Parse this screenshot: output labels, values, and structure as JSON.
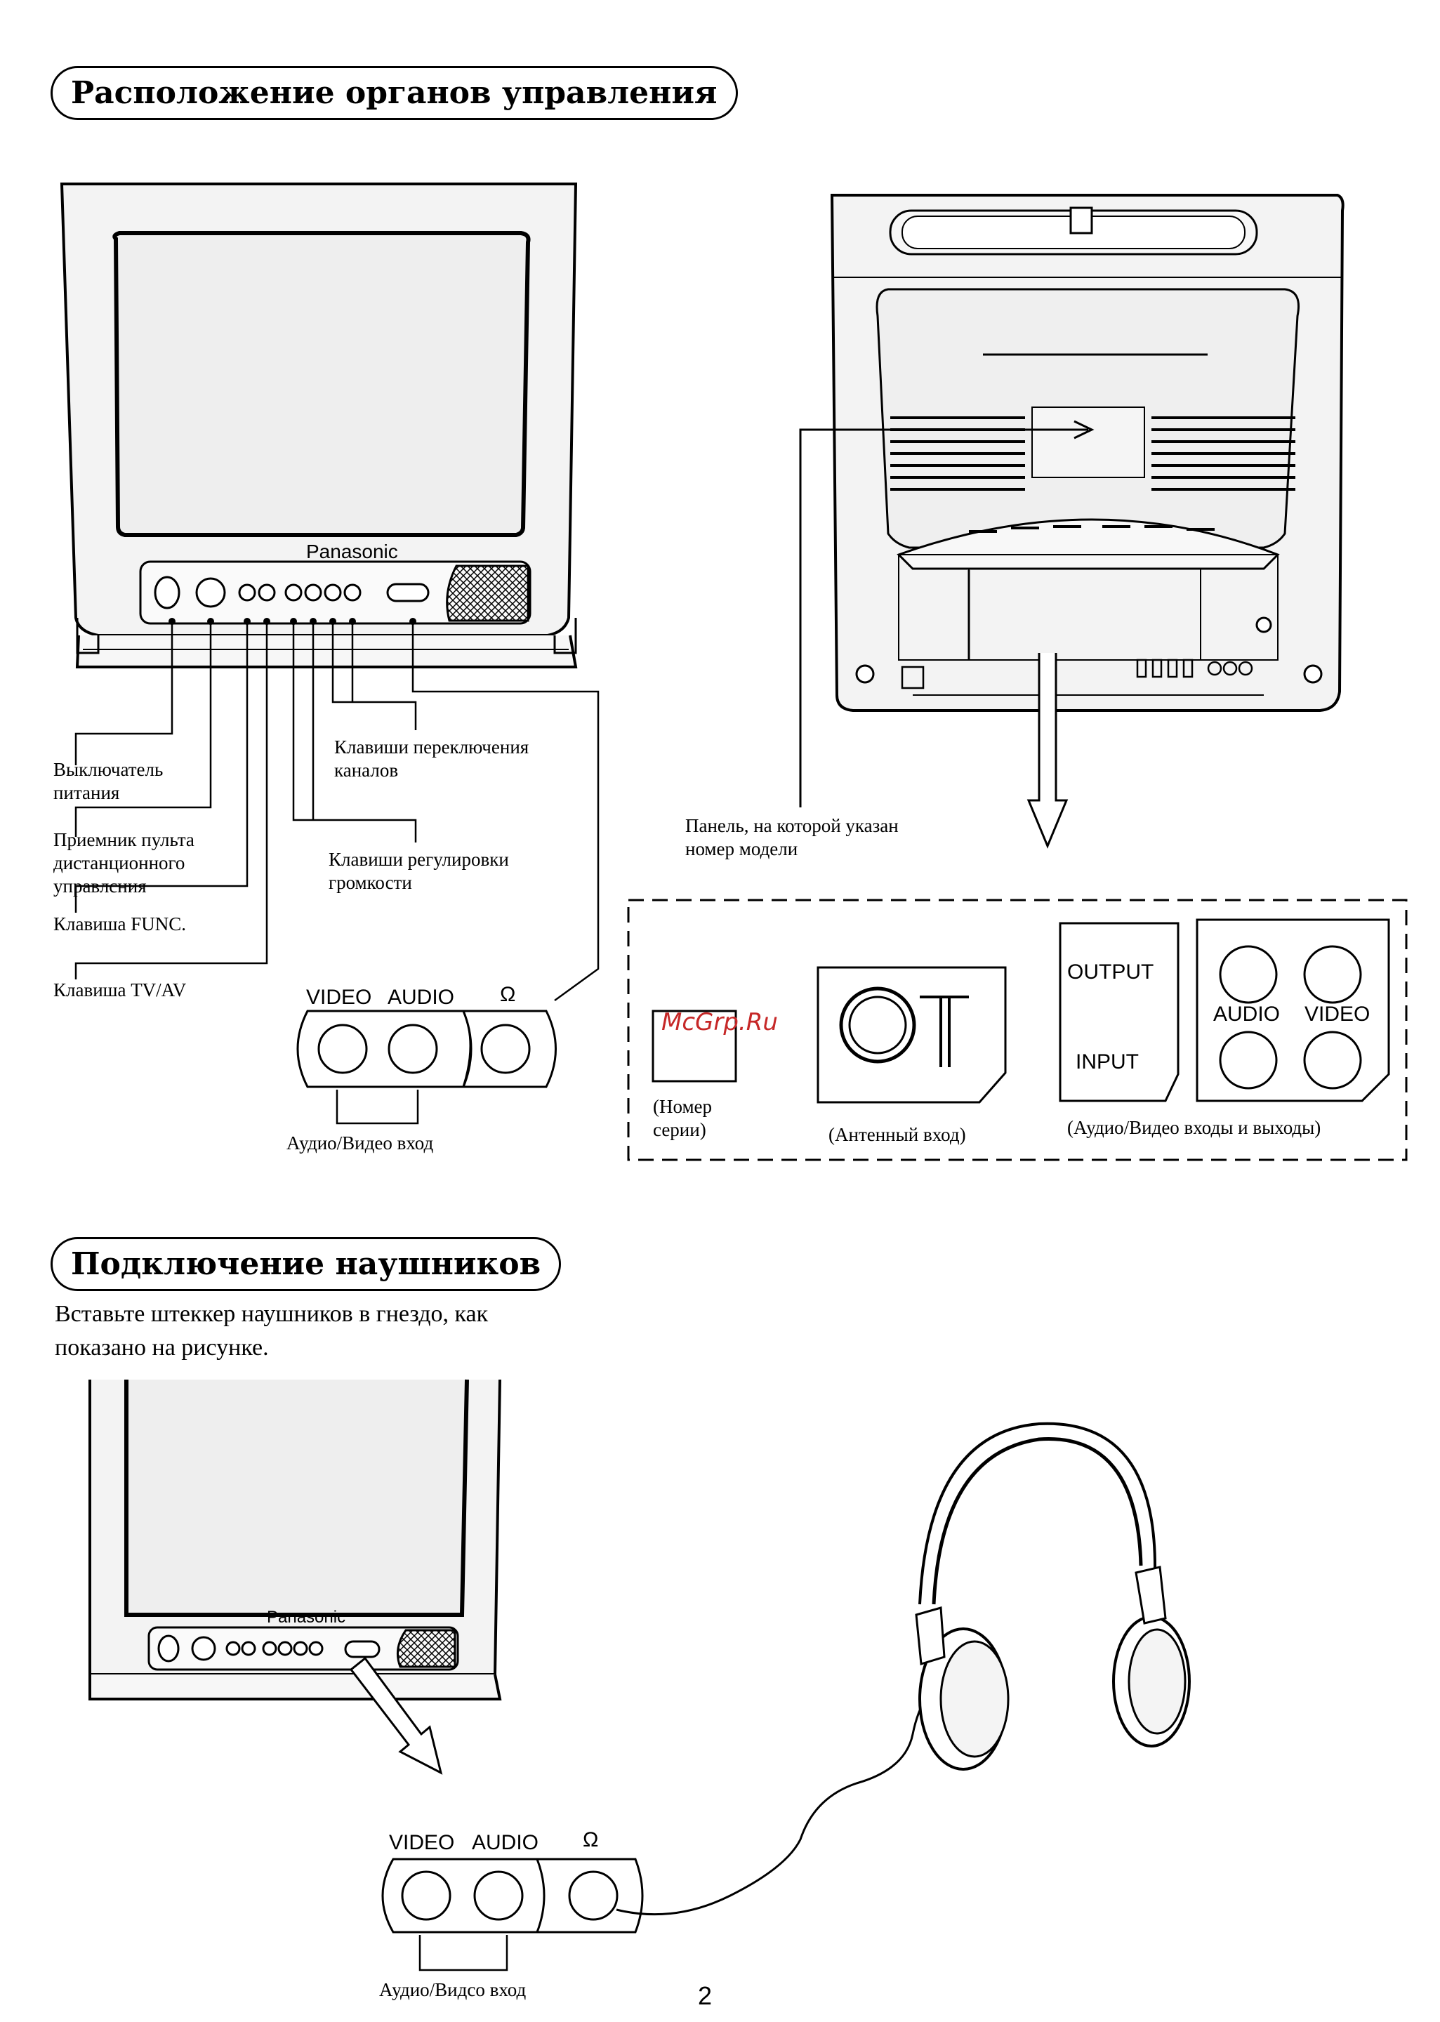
{
  "sections": {
    "controls_title": "Расположение органов управления",
    "headphones_title": "Подключение наушников",
    "headphones_text_line1": "Вставьте штеккер наушников в гнездо, как",
    "headphones_text_line2": "показано на рисунке."
  },
  "front": {
    "brand": "Panasonic",
    "labels": {
      "power_l1": "Выключатель",
      "power_l2": "питания",
      "remote_l1": "Приемник пульта",
      "remote_l2": "дистанционного",
      "remote_l3": "управлсния",
      "func_key": "Клавиша FUNC.",
      "tvav_key": "Клавиша TV/AV",
      "channel_l1": "Клавиши переключения",
      "channel_l2": "каналов",
      "volume_l1": "Клавиши регулировки",
      "volume_l2": "громкости"
    },
    "jack_panel": {
      "video": "VIDEO",
      "audio": "AUDIO",
      "headphone_symbol": "Ω",
      "caption": "Аудио/Видео вход"
    }
  },
  "rear": {
    "model_panel_l1": "Панель, на которой указан",
    "model_panel_l2": "номер модели",
    "serial_l1": "(Номер",
    "serial_l2": "серии)",
    "antenna": "(Антенный вход)",
    "output": "OUTPUT",
    "input": "INPUT",
    "audio": "AUDIO",
    "video": "VIDEO",
    "av_io": "(Аудио/Видео входы и выходы)"
  },
  "headphones_fig": {
    "brand": "Panasonic",
    "video": "VIDEO",
    "audio": "AUDIO",
    "headphone_symbol": "Ω",
    "caption": "Аудио/Видсо вход"
  },
  "watermark": "McGrp.Ru",
  "page_number": "2"
}
